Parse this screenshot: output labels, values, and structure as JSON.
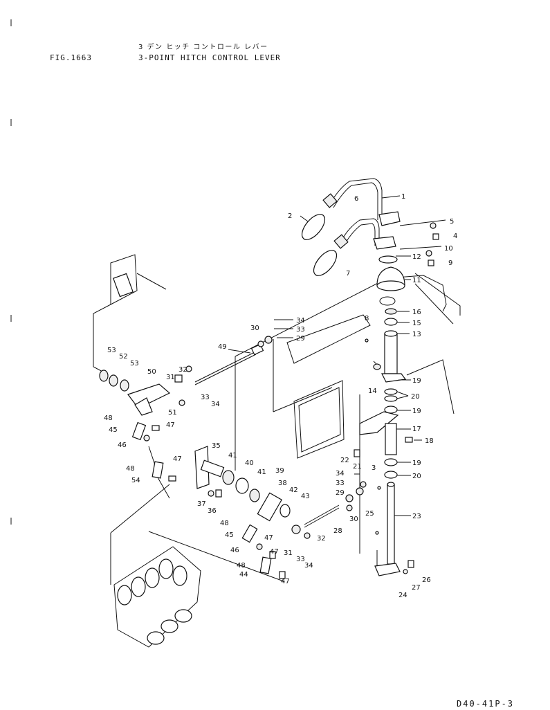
{
  "header": {
    "fig_label": "FIG.1663",
    "title_jp": "3 デン ヒッチ コントロール レバー",
    "title_en": "3-POINT HITCH CONTROL LEVER"
  },
  "footer": {
    "page_code": "D40-41P-3"
  },
  "callouts": {
    "c1": "1",
    "c2": "2",
    "c3": "3",
    "c4": "4",
    "c5": "5",
    "c6": "6",
    "c7": "7",
    "c8": "8",
    "c9": "9",
    "c10": "10",
    "c11": "11",
    "c12": "12",
    "c13": "13",
    "c14": "14",
    "c15": "15",
    "c16": "16",
    "c17": "17",
    "c18": "18",
    "c19a": "19",
    "c19b": "19",
    "c19c": "19",
    "c20a": "20",
    "c20b": "20",
    "c21": "21",
    "c22": "22",
    "c23": "23",
    "c24": "24",
    "c25": "25",
    "c26": "26",
    "c27": "27",
    "c28": "28",
    "c29a": "29",
    "c29b": "29",
    "c30a": "30",
    "c30b": "30",
    "c31a": "31",
    "c31b": "31",
    "c32a": "32",
    "c32b": "32",
    "c33a": "33",
    "c33b": "33",
    "c33c": "33",
    "c33d": "33",
    "c34a": "34",
    "c34b": "34",
    "c34c": "34",
    "c34d": "34",
    "c35": "35",
    "c36": "36",
    "c37": "37",
    "c38": "38",
    "c39": "39",
    "c40": "40",
    "c41a": "41",
    "c41b": "41",
    "c42": "42",
    "c43": "43",
    "c44": "44",
    "c45a": "45",
    "c45b": "45",
    "c46a": "46",
    "c46b": "46",
    "c47a": "47",
    "c47b": "47",
    "c47c": "47",
    "c47d": "47",
    "c48a": "48",
    "c48b": "48",
    "c48c": "48",
    "c48d": "48",
    "c49": "49",
    "c50": "50",
    "c51": "51",
    "c52": "52",
    "c53a": "53",
    "c53b": "53",
    "c54": "54"
  }
}
